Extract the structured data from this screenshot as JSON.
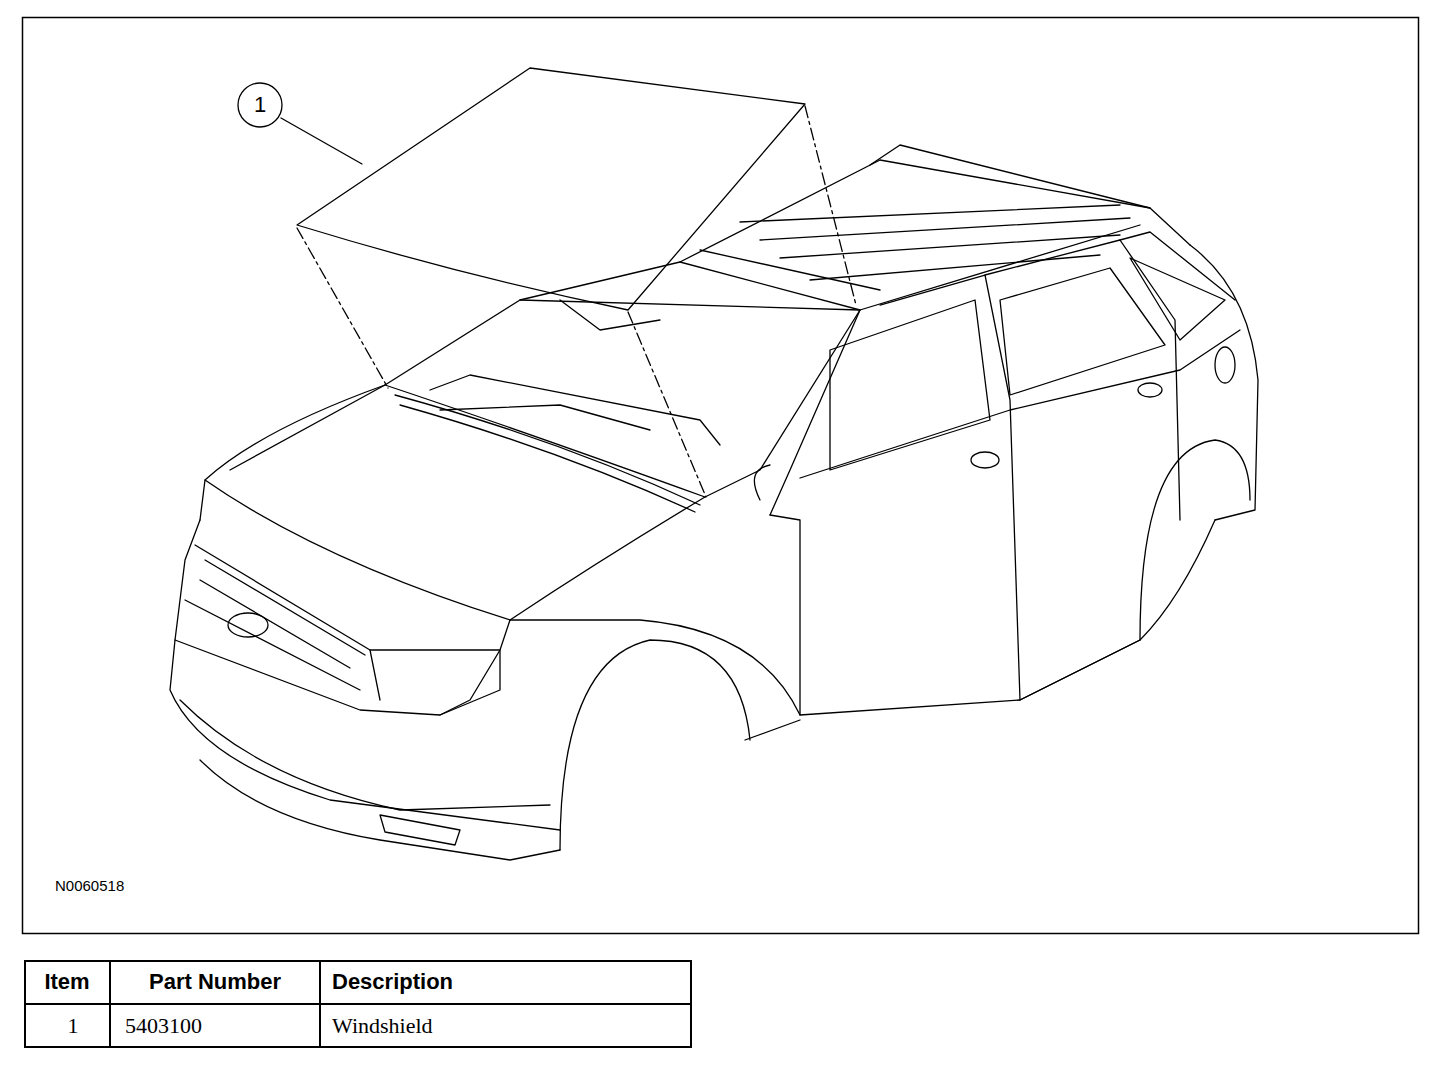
{
  "diagram": {
    "nodes": [
      {
        "text": [
          "1"
        ]
      }
    ],
    "labels": [
      "N0060518",
      "Item",
      "Part Number",
      "Description",
      "1",
      "5403100",
      "Windshield"
    ]
  }
}
